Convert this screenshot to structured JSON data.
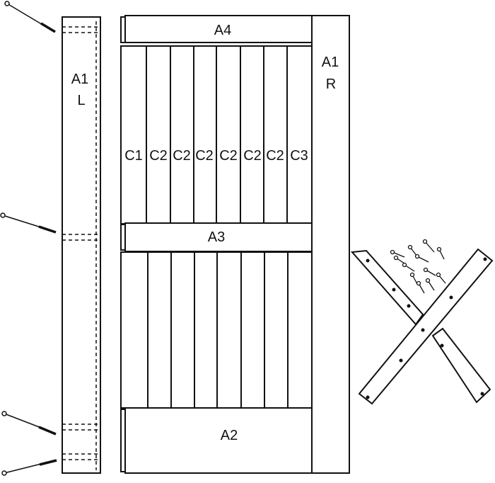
{
  "labels": {
    "a1_left_line1": "A1",
    "a1_left_line2": "L",
    "a1_right_line1": "A1",
    "a1_right_line2": "R",
    "a4": "A4",
    "a3": "A3",
    "a2": "A2",
    "boards": [
      "C1",
      "C2",
      "C2",
      "C2",
      "C2",
      "C2",
      "C2",
      "C3"
    ]
  },
  "colors": {
    "stroke": "#111111",
    "background": "#ffffff"
  },
  "icons": {
    "long_screw": "long-screw-icon",
    "short_screw": "short-screw-icon",
    "cross_brace": "x-brace-icon"
  }
}
